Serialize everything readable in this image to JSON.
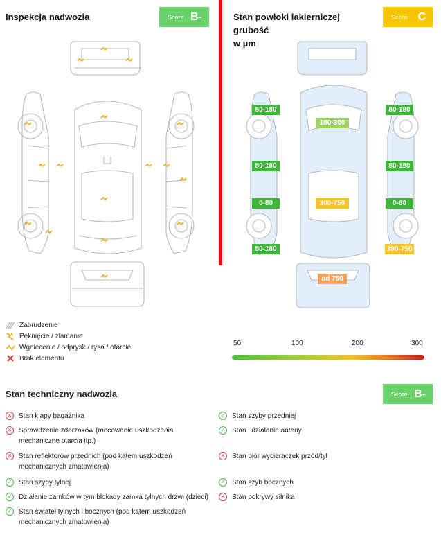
{
  "left_panel": {
    "title": "Inspekcja nadwozia",
    "score_label": "Score",
    "score_value": "B-"
  },
  "right_panel": {
    "title_line1": "Stan powłoki lakierniczej grubość",
    "title_line2": "w µm",
    "score_label": "Score",
    "score_value": "C",
    "labels": [
      {
        "text": "80-180"
      },
      {
        "text": "180-300"
      },
      {
        "text": "80-180"
      },
      {
        "text": "80-180"
      },
      {
        "text": "80-180"
      },
      {
        "text": "0-80"
      },
      {
        "text": "300-750"
      },
      {
        "text": "0-80"
      },
      {
        "text": "80-180"
      },
      {
        "text": "300-750"
      },
      {
        "text": "od 750"
      }
    ]
  },
  "legend": {
    "items": [
      {
        "label": "Zabrudzenie",
        "icon": "dirt-icon"
      },
      {
        "label": "Pęknięcie / złamanie",
        "icon": "crack-icon"
      },
      {
        "label": "Wgniecenie / odprysk / rysa / otarcie",
        "icon": "dent-icon"
      },
      {
        "label": "Brak elementu",
        "icon": "missing-icon"
      }
    ]
  },
  "scale": {
    "ticks": [
      "50",
      "100",
      "200",
      "300"
    ]
  },
  "technical": {
    "title": "Stan techniczny nadwozia",
    "score_label": "Score",
    "score_value": "B-",
    "left_items": [
      {
        "text": "Stan klapy bagażnika",
        "status": "bad"
      },
      {
        "text": "Sprawdzenie zderzaków (mocowanie uszkodzenia mechaniczne otarcia itp.)",
        "status": "bad"
      },
      {
        "text": "Stan reflektorów przednich (pod kątem uszkodzeń mechanicznych zmatowienia)",
        "status": "bad"
      },
      {
        "text": "Stan szyby tylnej",
        "status": "ok"
      },
      {
        "text": "Działanie zamków w tym blokady zamka tylnych drzwi (dzieci)",
        "status": "ok"
      },
      {
        "text": "Stan świateł tylnych i bocznych (pod kątem uszkodzeń mechanicznych zmatowienia)",
        "status": "ok"
      }
    ],
    "right_items": [
      {
        "text": "Stan szyby przedniej",
        "status": "ok"
      },
      {
        "text": "Stan i działanie anteny",
        "status": "ok"
      },
      {
        "text": "Stan piór wycieraczek przód/tył",
        "status": "bad"
      },
      {
        "text": "Stan szyb bocznych",
        "status": "ok"
      },
      {
        "text": "Stan pokrywy silnika",
        "status": "bad"
      }
    ]
  },
  "colors": {
    "score_green": "#6ad26a",
    "score_yellow": "#f7c500",
    "ok": "#48b948",
    "bad": "#d94444",
    "divider": "#e01010"
  }
}
